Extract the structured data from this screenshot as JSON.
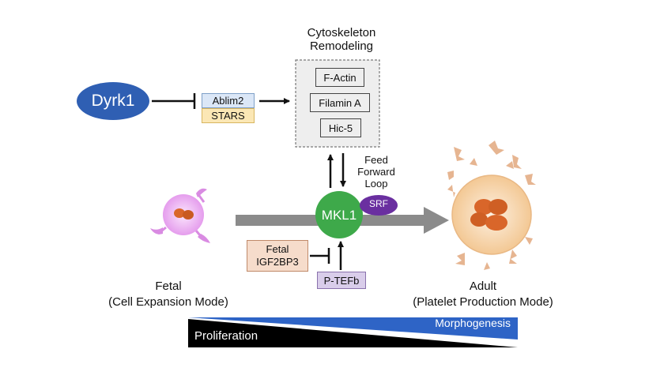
{
  "cytoskeleton": {
    "title_line1": "Cytoskeleton",
    "title_line2": "Remodeling",
    "items": [
      "F-Actin",
      "Filamin A",
      "Hic-5"
    ]
  },
  "dyrk1": {
    "label": "Dyrk1"
  },
  "ablim2": {
    "label": "Ablim2"
  },
  "stars": {
    "label": "STARS"
  },
  "feed_forward": {
    "line1": "Feed",
    "line2": "Forward",
    "line3": "Loop"
  },
  "mkl1": {
    "label": "MKL1"
  },
  "srf": {
    "label": "SRF"
  },
  "fetal_igf": {
    "line1": "Fetal",
    "line2": "IGF2BP3"
  },
  "ptefb": {
    "label": "P-TEFb"
  },
  "fetal": {
    "line1": "Fetal",
    "line2": "(Cell Expansion Mode)"
  },
  "adult": {
    "line1": "Adult",
    "line2": "(Platelet Production Mode)"
  },
  "gradient": {
    "morphogenesis": "Morphogenesis",
    "proliferation": "Proliferation"
  },
  "colors": {
    "dyrk1": "#2f5fb3",
    "mkl1": "#3ea94a",
    "srf": "#6a2fa0",
    "ablim2_fill": "#dbe7f7",
    "stars_fill": "#fbe7b5",
    "igf_fill": "#f6dccb",
    "ptefb_fill": "#d9cdea",
    "morphogenesis": "#2e64c6",
    "proliferation": "#000000",
    "fetal_cell": "#e8a2f0",
    "adult_cell": "#f6d2a8",
    "nucleus": "#d9662a"
  }
}
